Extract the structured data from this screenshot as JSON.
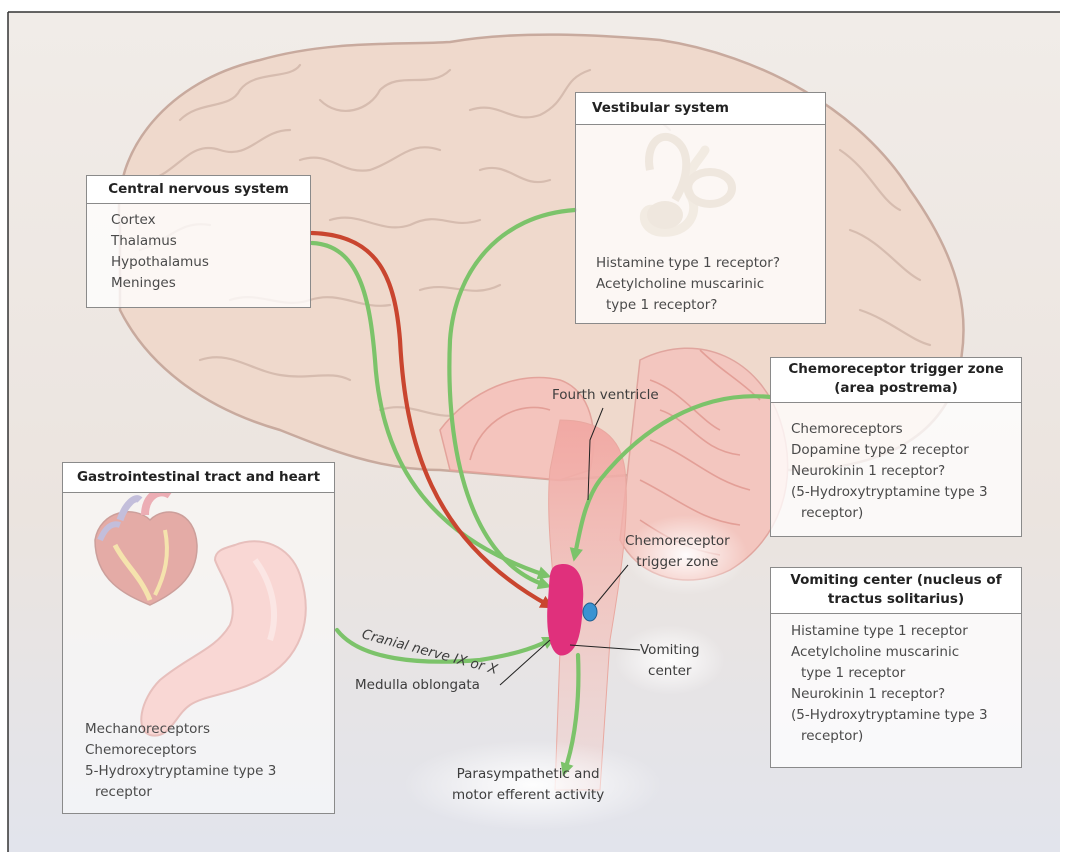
{
  "boxes": {
    "cns": {
      "title": "Central nervous system",
      "lines": [
        "Cortex",
        "Thalamus",
        "Hypothalamus",
        "Meninges"
      ]
    },
    "vestibular": {
      "title": "Vestibular system",
      "lines": [
        "Histamine type 1 receptor?",
        "Acetylcholine muscarinic",
        "type 1 receptor?"
      ]
    },
    "ctz": {
      "title_line1": "Chemoreceptor trigger zone",
      "title_line2": "(area postrema)",
      "lines": [
        "Chemoreceptors",
        "Dopamine type 2 receptor",
        "Neurokinin 1 receptor?",
        "(5-Hydroxytryptamine type 3",
        "receptor)"
      ]
    },
    "vomiting": {
      "title_line1": "Vomiting center (nucleus of",
      "title_line2": "tractus solitarius)",
      "lines": [
        "Histamine type 1 receptor",
        "Acetylcholine muscarinic",
        "type 1 receptor",
        "Neurokinin 1 receptor?",
        "(5-Hydroxytryptamine type 3",
        "receptor)"
      ]
    },
    "gi": {
      "title": "Gastrointestinal tract and heart",
      "lines": [
        "Mechanoreceptors",
        "Chemoreceptors",
        "5-Hydroxytryptamine type 3",
        "receptor"
      ]
    }
  },
  "labels": {
    "fourth_ventricle": "Fourth ventricle",
    "ctz_line1": "Chemoreceptor",
    "ctz_line2": "trigger zone",
    "vomiting_line1": "Vomiting",
    "vomiting_line2": "center",
    "medulla": "Medulla oblongata",
    "cranial_nerve": "Cranial nerve IX or X",
    "efferent_line1": "Parasympathetic and",
    "efferent_line2": "motor efferent activity"
  },
  "colors": {
    "arrow_green": "#7cc36a",
    "arrow_red": "#c9452f",
    "vomiting_center": "#e0307c",
    "ctz_dot": "#3a93d2",
    "brain_fill": "#efd9cc",
    "background": "#ece6e2"
  }
}
